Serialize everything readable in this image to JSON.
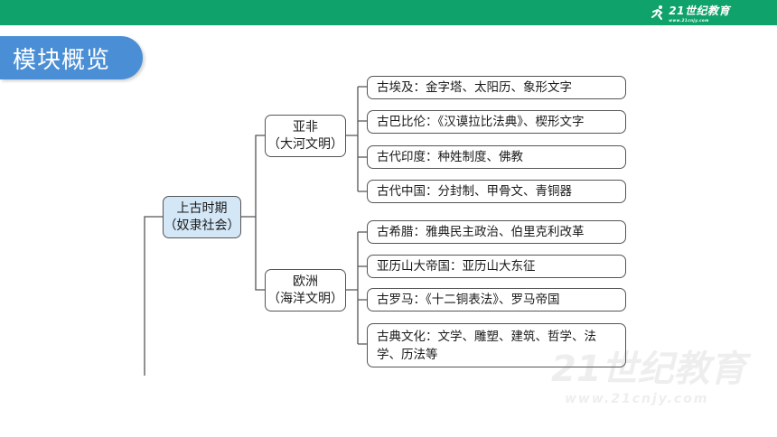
{
  "header": {
    "logo_text": "21世纪教育",
    "logo_sub": "www.21cnjy.com"
  },
  "title": "模块概览",
  "diagram": {
    "root": {
      "line1": "上古时期",
      "line2": "（奴隶社会）"
    },
    "branches": [
      {
        "line1": "亚非",
        "line2": "（大河文明）",
        "leaves": [
          "古埃及：金字塔、太阳历、象形文字",
          "古巴比伦：《汉谟拉比法典》、楔形文字",
          "古代印度：种姓制度、佛教",
          "古代中国：分封制、甲骨文、青铜器"
        ]
      },
      {
        "line1": "欧洲",
        "line2": "（海洋文明）",
        "leaves": [
          "古希腊：雅典民主政治、伯里克利改革",
          "亚历山大帝国：亚历山大东征",
          "古罗马：《十二铜表法》、罗马帝国",
          "古典文化：文学、雕塑、建筑、哲学、法学、历法等"
        ]
      }
    ]
  },
  "watermark": {
    "main": "21世纪教育",
    "sub": "www.21cnjy.com"
  },
  "colors": {
    "top_bar": "#0fa36b",
    "title_tab": "#4a8fd6",
    "root_fill": "#d3e7f7",
    "border": "#555555"
  }
}
